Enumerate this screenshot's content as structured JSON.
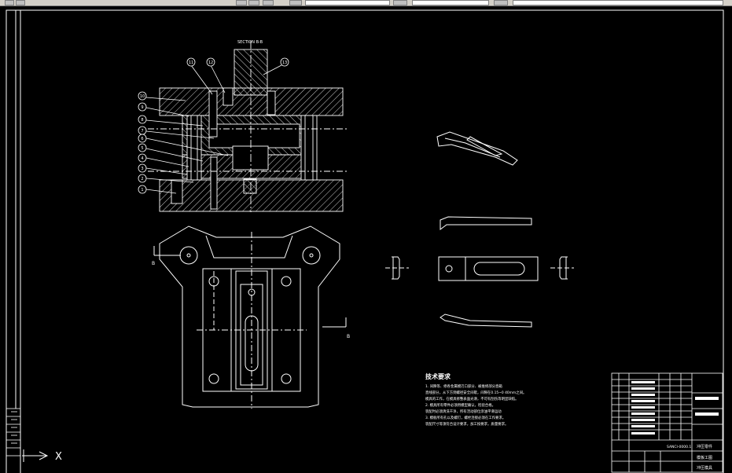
{
  "window": {
    "toolbar_icons": [
      "undo-icon",
      "redo-icon",
      "layer-icon"
    ]
  },
  "drawing": {
    "section_label": "SECTION B-B",
    "section_marker_letter": "B",
    "balloons": [
      "11",
      "12",
      "13",
      "10",
      "9",
      "8",
      "7",
      "6",
      "5",
      "4",
      "3",
      "2",
      "1"
    ],
    "ucs_label": "X",
    "tech_title": "技术要求",
    "tech_lines": [
      "1. 间隙等、修各金属模刃口部分、被维修部分直箱",
      "直线部分，从下方到螺径安全间歇，间隙在0.15~0 40mm之间。",
      "模具的工作，在模具修整表面光滑，不可有刮伤等明显缺陷。",
      "2. 模具所有零件必须用模型确认，检验合格。",
      "装配时必须清洗干净，所有活动部位涂油平滑运动",
      "3. 模板所有孔以及螺钉，螺栓连接必须在工作要求。",
      "装配尺寸等须符合设计要求，加工按要求，质量要求。"
    ],
    "title_block": {
      "drawing_no": "SANCI-0000.1",
      "material_label": "冲压零件",
      "part_label": "模板工图",
      "company_label": "冲压模具"
    }
  }
}
